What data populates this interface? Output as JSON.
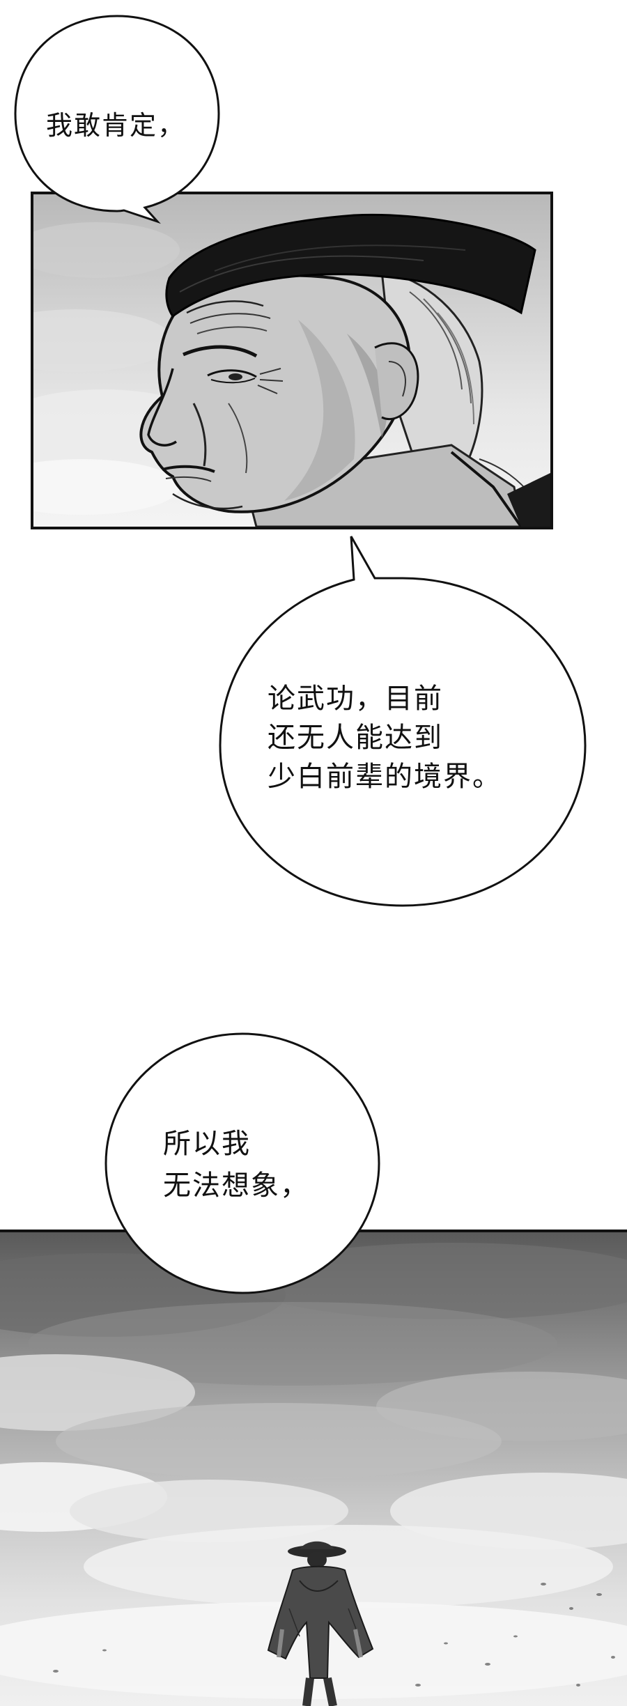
{
  "bubbles": {
    "first": {
      "lines": [
        "我敢肯定，"
      ]
    },
    "second": {
      "lines": [
        "论武功，目前",
        "还无人能达到",
        "少白前辈的境界。"
      ]
    },
    "third": {
      "lines": [
        "所以我",
        "无法想象，"
      ]
    }
  },
  "colors": {
    "ink": "#111111",
    "paper": "#ffffff"
  }
}
